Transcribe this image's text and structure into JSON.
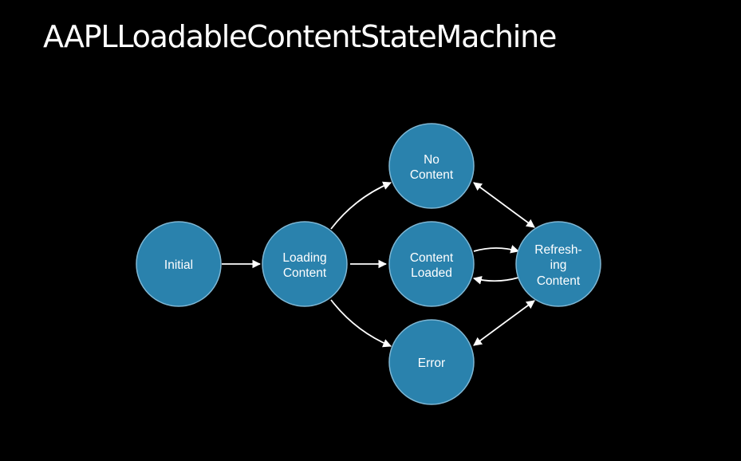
{
  "title": "AAPLLoadableContentStateMachine",
  "colors": {
    "background": "#000000",
    "node_fill": "#2a82ad",
    "node_stroke": "#7fb7d4",
    "edge": "#ffffff",
    "text": "#ffffff"
  },
  "nodes": {
    "initial": {
      "lines": [
        "Initial"
      ]
    },
    "loading": {
      "lines": [
        "Loading",
        "Content"
      ]
    },
    "no_content": {
      "lines": [
        "No",
        "Content"
      ]
    },
    "content_loaded": {
      "lines": [
        "Content",
        "Loaded"
      ]
    },
    "error": {
      "lines": [
        "Error"
      ]
    },
    "refreshing": {
      "lines": [
        "Refresh-",
        "ing",
        "Content"
      ]
    }
  },
  "edges": [
    {
      "from": "initial",
      "to": "loading"
    },
    {
      "from": "loading",
      "to": "no_content"
    },
    {
      "from": "loading",
      "to": "content_loaded"
    },
    {
      "from": "loading",
      "to": "error"
    },
    {
      "from": "no_content",
      "to": "refreshing",
      "bidirectional": true
    },
    {
      "from": "content_loaded",
      "to": "refreshing"
    },
    {
      "from": "refreshing",
      "to": "content_loaded"
    },
    {
      "from": "error",
      "to": "refreshing",
      "bidirectional": true
    }
  ]
}
